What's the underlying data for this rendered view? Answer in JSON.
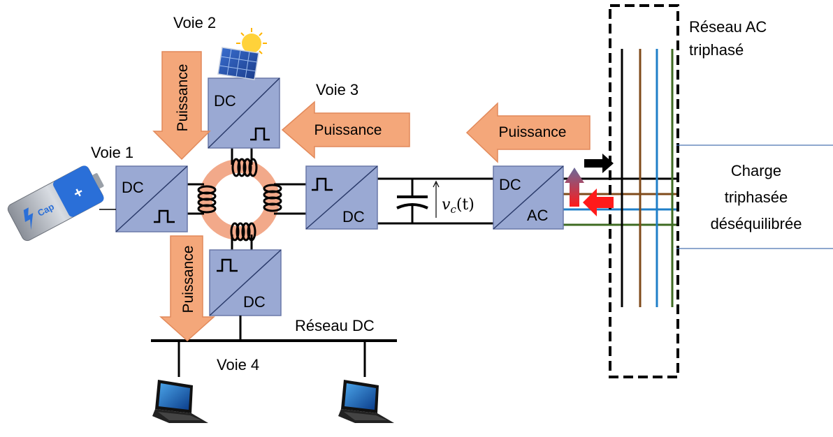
{
  "labels": {
    "voie1": "Voie 1",
    "voie2": "Voie 2",
    "voie3": "Voie 3",
    "voie4": "Voie 4",
    "reseau_dc": "Réseau DC",
    "reseau_ac_line1": "Réseau AC",
    "reseau_ac_line2": "triphasé",
    "charge_line1": "Charge",
    "charge_line2": "triphasée",
    "charge_line3": "déséquilibrée",
    "vc": "v",
    "vc_sub": "c",
    "vc_arg": "(t)"
  },
  "arrows": {
    "puissance": "Puissance"
  },
  "converters": {
    "dc": "DC",
    "ac": "AC"
  },
  "battery": {
    "label": "Cap",
    "plus": "+"
  },
  "colors": {
    "converter_fill": "#9aa9d3",
    "converter_stroke": "#6a79a8",
    "arrow_fill": "#f4a77a",
    "arrow_stroke": "#e2895a",
    "core_ring": "#f2a98a",
    "phase_black": "#000000",
    "phase_brown": "#7f4a1a",
    "phase_blue": "#1f7fc8",
    "phase_green": "#3e6b22",
    "red_arrow": "#ff1a1a"
  }
}
